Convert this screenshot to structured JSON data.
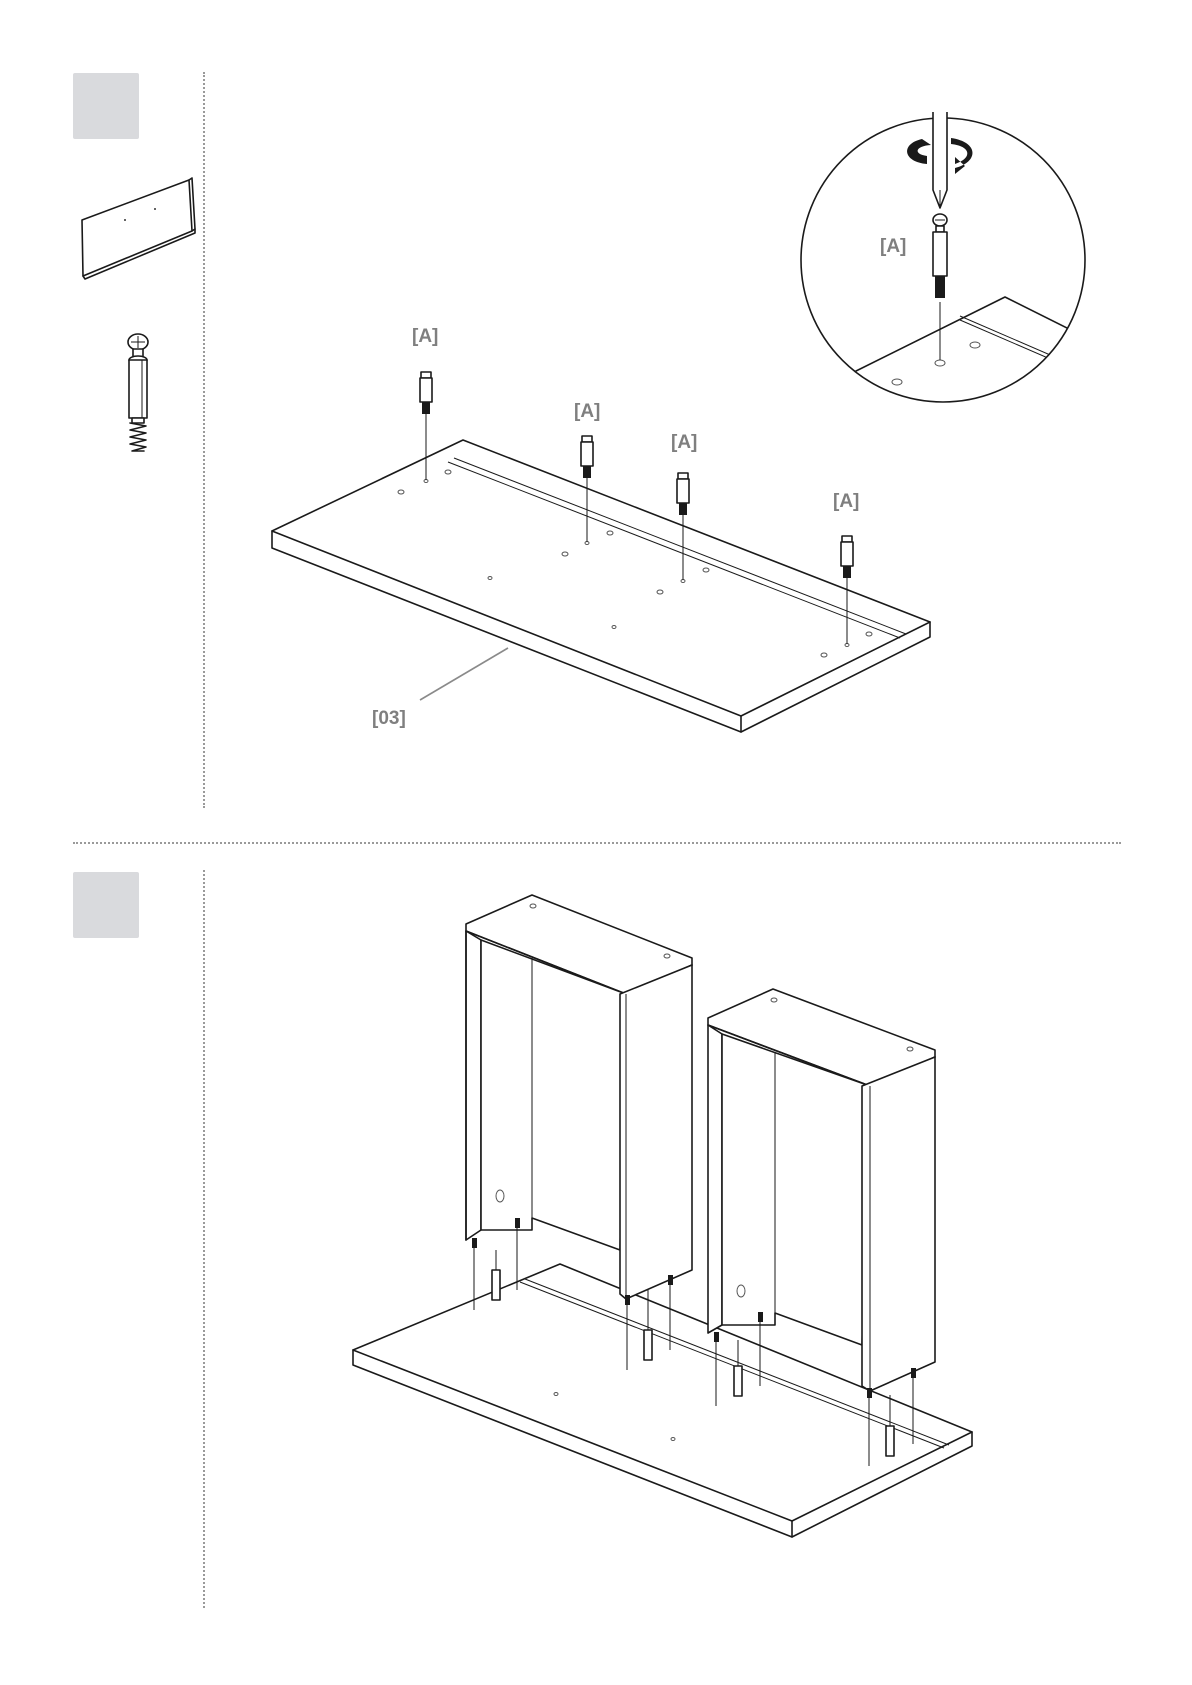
{
  "step1": {
    "part_labels": [
      "[A]",
      "[A]",
      "[A]",
      "[A]"
    ],
    "detail_label": "[A]",
    "panel_label": "[03]"
  },
  "step2": {},
  "colors": {
    "step_box": "#d9dadd",
    "label_text": "#7f7f7f",
    "line": "#1a1a1a",
    "divider": "#9a9a9a"
  },
  "icons": [
    "panel-part-icon",
    "cam-dowel-part-icon",
    "screwdriver-icon",
    "rotate-arrow-icon"
  ]
}
